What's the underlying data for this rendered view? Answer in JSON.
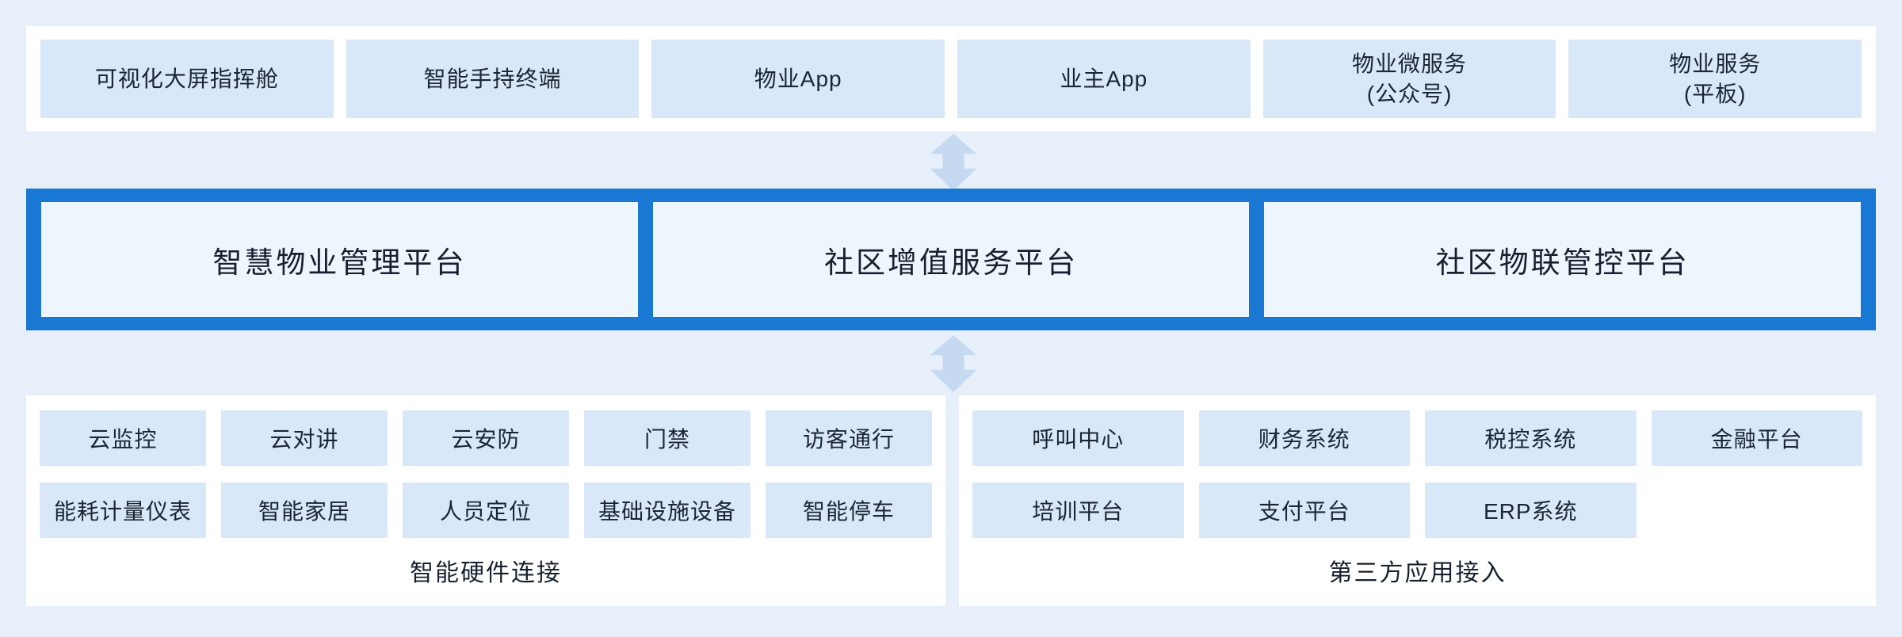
{
  "colors": {
    "page_background": "#e6effa",
    "panel_white": "#ffffff",
    "box_fill": "#d8e8f8",
    "platform_band_blue": "#1878d3",
    "platform_box_fill": "#edf5fd",
    "arrow_fill": "#c5daf0",
    "text_dark": "#1b2534"
  },
  "top_terminals": {
    "items": [
      {
        "label": "可视化大屏指挥舱",
        "label2": ""
      },
      {
        "label": "智能手持终端",
        "label2": ""
      },
      {
        "label": "物业App",
        "label2": ""
      },
      {
        "label": "业主App",
        "label2": ""
      },
      {
        "label": "物业微服务",
        "label2": "(公众号)"
      },
      {
        "label": "物业服务",
        "label2": "(平板)"
      }
    ]
  },
  "platforms": {
    "items": [
      {
        "label": "智慧物业管理平台"
      },
      {
        "label": "社区增值服务平台"
      },
      {
        "label": "社区物联管控平台"
      }
    ]
  },
  "hardware": {
    "title": "智能硬件连接",
    "row1": [
      "云监控",
      "云对讲",
      "云安防",
      "门禁",
      "访客通行"
    ],
    "row2": [
      "能耗计量仪表",
      "智能家居",
      "人员定位",
      "基础设施设备",
      "智能停车"
    ]
  },
  "third_party": {
    "title": "第三方应用接入",
    "row1": [
      "呼叫中心",
      "财务系统",
      "税控系统",
      "金融平台"
    ],
    "row2": [
      "培训平台",
      "支付平台",
      "ERP系统"
    ]
  }
}
